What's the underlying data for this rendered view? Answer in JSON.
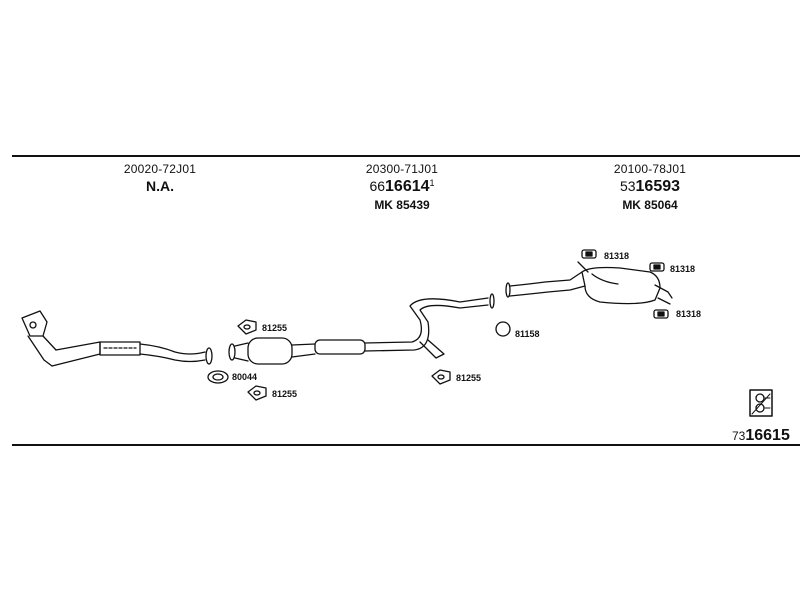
{
  "columns": [
    {
      "oem": "20020-72J01",
      "status": "N.A."
    },
    {
      "oem": "20300-71J01",
      "prefix": "66",
      "part": "16614",
      "sup": "1",
      "mk": "MK  85439"
    },
    {
      "oem": "20100-78J01",
      "prefix": "53",
      "part": "16593",
      "mk": "MK  85064"
    }
  ],
  "parts": {
    "p81255_a": "81255",
    "p80044": "80044",
    "p81255_b": "81255",
    "p81255_c": "81255",
    "p81158": "81158",
    "p81318_a": "81318",
    "p81318_b": "81318",
    "p81318_c": "81318"
  },
  "catalog": {
    "prefix": "73",
    "number": "16615"
  }
}
